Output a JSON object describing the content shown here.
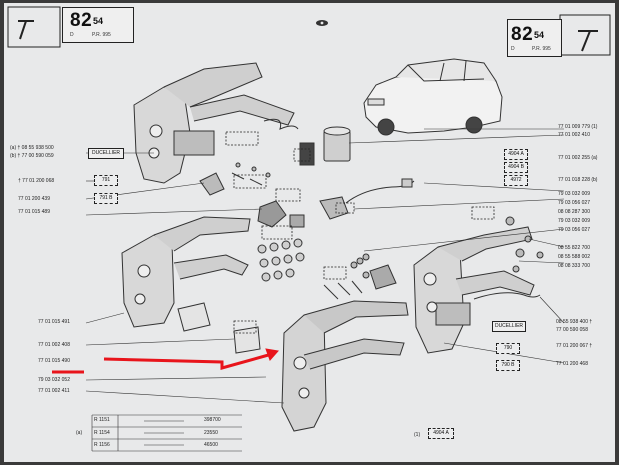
{
  "header": {
    "left_page_number": "82",
    "left_page_sub": "54",
    "left_page_code_d": "D",
    "left_page_code": "P.R. 995",
    "right_page_number": "82",
    "right_page_sub": "54",
    "right_page_code_d": "D",
    "right_page_code": "P.R. 995"
  },
  "left_labels": {
    "a_ref1": "(a) † 08 55 938 500",
    "a_ref2": "(b) † 77 00 590 059",
    "ducellier": "DUCELLIER",
    "ref_068": "† 77 01 200 068",
    "box_791": "791",
    "ref_439": "77 01 200 439",
    "box_791b": "791 B",
    "ref_489": "77 01 015 489",
    "ref_491": "77 01 015 491",
    "ref_408": "77 01 002 408",
    "ref_490": "77 01 015 490",
    "ref_052": "79 03 032 052",
    "ref_411": "77 01 002 411"
  },
  "right_labels": {
    "ref_779": "77 01 009 779 (1)",
    "ref_410": "77 01 002 410",
    "box_4904a": "4904 A",
    "ref_255": "77 01 002 255 (a)",
    "box_4904b": "4904 B",
    "box_4972": "4972",
    "ref_228": "77 01 018 228 (b)",
    "ref_009a": "79 03 032 009",
    "ref_027a": "79 03 056 027",
    "ref_300": "08 08 287 300",
    "ref_009b": "79 03 032 009",
    "ref_027b": "79 03 056 027",
    "ref_700": "08 55 822 700",
    "ref_002": "08 55 588 002",
    "ref_333": "08 08 333 700",
    "ref_400": "08 55 938 400 †",
    "ref_058": "77 00 590 058",
    "ducellier": "DUCELLIER",
    "box_790": "790",
    "ref_067": "77 01 200 067 †",
    "box_790b": "790 B",
    "ref_468": "77 01 200 468"
  },
  "footer": {
    "rows": [
      {
        "prefix": "",
        "model": "R 1151",
        "code": "398700"
      },
      {
        "prefix": "(a)",
        "model": "R 1154",
        "code": "23550"
      },
      {
        "prefix": "",
        "model": "R 1156",
        "code": "46500"
      }
    ],
    "note_prefix": "(1)",
    "note_box": "4904 A"
  },
  "colors": {
    "paper": "#e8e9ea",
    "ink": "#222222",
    "arrow": "#e8141b"
  }
}
